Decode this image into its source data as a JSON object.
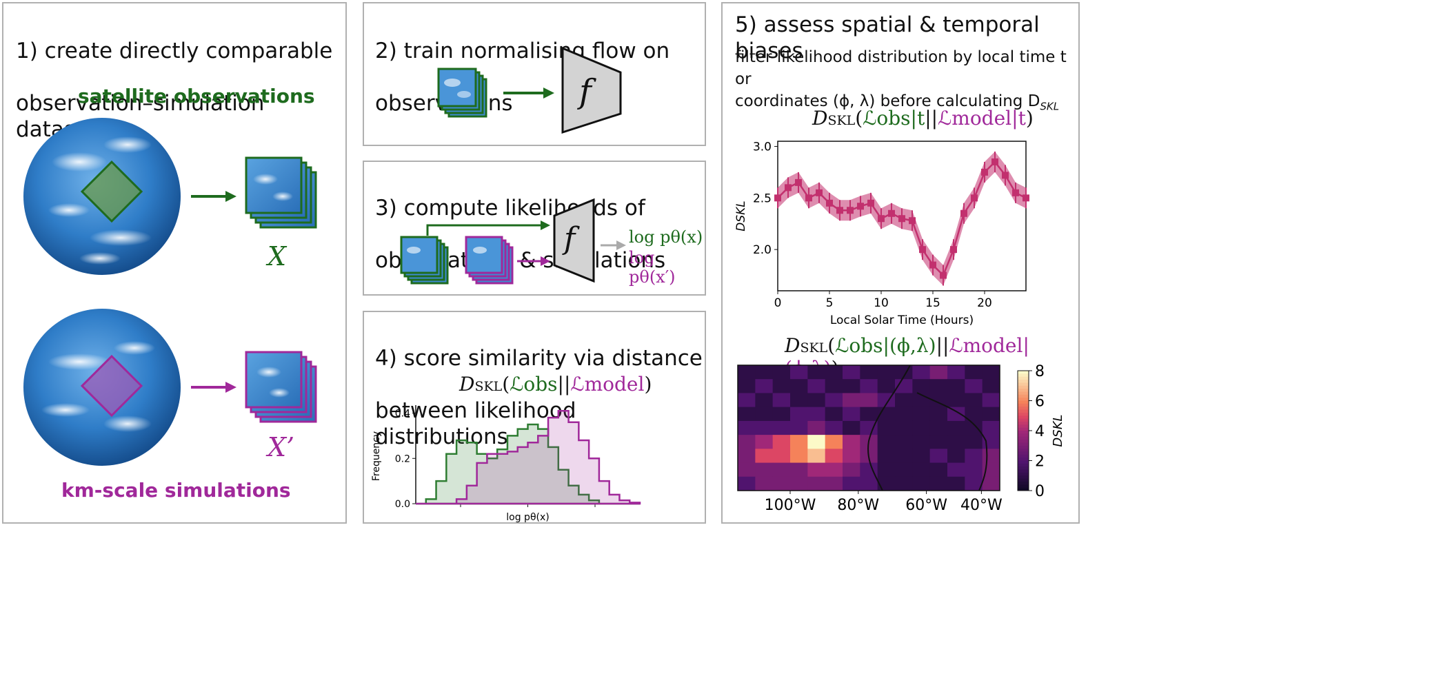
{
  "panel1": {
    "title_line1": "1) create directly comparable",
    "title_line2": "observation–simulation datasets",
    "obs_label": "satellite observations",
    "sim_label": "km-scale simulations",
    "x_label": "X",
    "xprime_label": "X’",
    "colors": {
      "obs": "#1e6b1e",
      "sim": "#a0289a"
    }
  },
  "panel2": {
    "title_line1": "2) train normalising flow on",
    "title_line2": "observations",
    "flow_label": "f"
  },
  "panel3": {
    "title_line1": "3) compute likelihoods of",
    "title_line2": "observations & simulations",
    "flow_label": "f",
    "out1": "log pθ(x)",
    "out2": "log pθ(x′)"
  },
  "panel4": {
    "title_line1": "4) score similarity via distance",
    "title_line2": "between likelihood distributions",
    "formula_pre": "D",
    "formula_sub": "SKL",
    "formula_obs": "ℒobs",
    "formula_model": "ℒmodel",
    "ylabel": "Frequency",
    "xlabel": "log pθ(x)"
  },
  "panel5": {
    "title": "5) assess spatial & temporal biases",
    "desc_line1": "filter likelihood distribution by local time t or",
    "desc_line2": "coordinates (ϕ, λ) before calculating D",
    "desc_sub": "SKL",
    "formula_t_obs": "ℒobs|t",
    "formula_t_model": "ℒmodel|t",
    "formula_s_obs": "ℒobs|(ϕ,λ)",
    "formula_s_model": "ℒmodel|(ϕ,λ)",
    "colorbar_label": "DSKL"
  },
  "chart_data": [
    {
      "type": "area",
      "title": "",
      "xlabel": "log pθ(x)",
      "ylabel": "Frequency",
      "ylim": [
        0,
        0.42
      ],
      "yticks": [
        "0.0",
        "0.2",
        "0.4"
      ],
      "x": [
        -12,
        -11,
        -10,
        -9,
        -8,
        -7,
        -6,
        -5,
        -4,
        -3,
        -2,
        -1,
        0,
        1,
        2,
        3,
        4,
        5,
        6,
        7,
        8,
        9,
        10
      ],
      "series": [
        {
          "name": "obs",
          "color": "#2e7d32",
          "values": [
            0,
            0.02,
            0.1,
            0.22,
            0.28,
            0.27,
            0.22,
            0.2,
            0.24,
            0.3,
            0.33,
            0.35,
            0.33,
            0.25,
            0.15,
            0.08,
            0.04,
            0.015,
            0,
            0,
            0,
            0,
            0
          ]
        },
        {
          "name": "model",
          "color": "#a0289a",
          "values": [
            0,
            0,
            0,
            0,
            0.02,
            0.08,
            0.18,
            0.22,
            0.22,
            0.23,
            0.25,
            0.27,
            0.3,
            0.38,
            0.41,
            0.36,
            0.28,
            0.2,
            0.1,
            0.04,
            0.015,
            0.005,
            0
          ]
        }
      ]
    },
    {
      "type": "line",
      "title": "",
      "xlabel": "Local Solar Time (Hours)",
      "ylabel": "DSKL",
      "xlim": [
        0,
        24
      ],
      "ylim": [
        1.6,
        3.05
      ],
      "xticks": [
        "0",
        "5",
        "10",
        "15",
        "20"
      ],
      "yticks": [
        "2.0",
        "2.5",
        "3.0"
      ],
      "series": [
        {
          "name": "",
          "color": "#c2306e",
          "x": [
            0,
            1,
            2,
            3,
            4,
            5,
            6,
            7,
            8,
            9,
            10,
            11,
            12,
            13,
            14,
            15,
            16,
            17,
            18,
            19,
            20,
            21,
            22,
            23,
            24
          ],
          "values": [
            2.5,
            2.6,
            2.65,
            2.5,
            2.55,
            2.45,
            2.38,
            2.38,
            2.42,
            2.45,
            2.3,
            2.35,
            2.3,
            2.28,
            2.0,
            1.85,
            1.75,
            2.0,
            2.35,
            2.5,
            2.75,
            2.85,
            2.72,
            2.55,
            2.5
          ],
          "band": 0.1
        }
      ]
    },
    {
      "type": "heatmap",
      "title": "",
      "xticks": [
        "100°W",
        "80°W",
        "60°W",
        "40°W"
      ],
      "colorbar_ticks": [
        "0",
        "2",
        "4",
        "6",
        "8"
      ],
      "colorbar_label": "DSKL",
      "vmin": 0,
      "vmax": 8,
      "cols": 15,
      "rows": 9,
      "values": [
        [
          1,
          1,
          1,
          2,
          1,
          1,
          2,
          1,
          1,
          1,
          2,
          3,
          2,
          1,
          1
        ],
        [
          1,
          2,
          1,
          1,
          2,
          1,
          1,
          2,
          1,
          2,
          1,
          1,
          1,
          2,
          1
        ],
        [
          2,
          1,
          2,
          1,
          1,
          2,
          3,
          3,
          2,
          1,
          1,
          1,
          1,
          1,
          2
        ],
        [
          1,
          1,
          1,
          2,
          2,
          1,
          2,
          1,
          1,
          1,
          1,
          1,
          2,
          1,
          1
        ],
        [
          2,
          2,
          2,
          2,
          3,
          2,
          1,
          2,
          1,
          1,
          1,
          1,
          1,
          1,
          2
        ],
        [
          3,
          4,
          5,
          6,
          8,
          6,
          4,
          3,
          1,
          1,
          1,
          1,
          1,
          1,
          2
        ],
        [
          3,
          5,
          5,
          6,
          7,
          5,
          4,
          3,
          1,
          1,
          1,
          2,
          1,
          2,
          3
        ],
        [
          3,
          3,
          3,
          3,
          4,
          4,
          3,
          2,
          1,
          1,
          1,
          1,
          2,
          2,
          3
        ],
        [
          2,
          3,
          3,
          3,
          3,
          3,
          2,
          2,
          1,
          1,
          1,
          1,
          1,
          2,
          3
        ]
      ]
    }
  ]
}
